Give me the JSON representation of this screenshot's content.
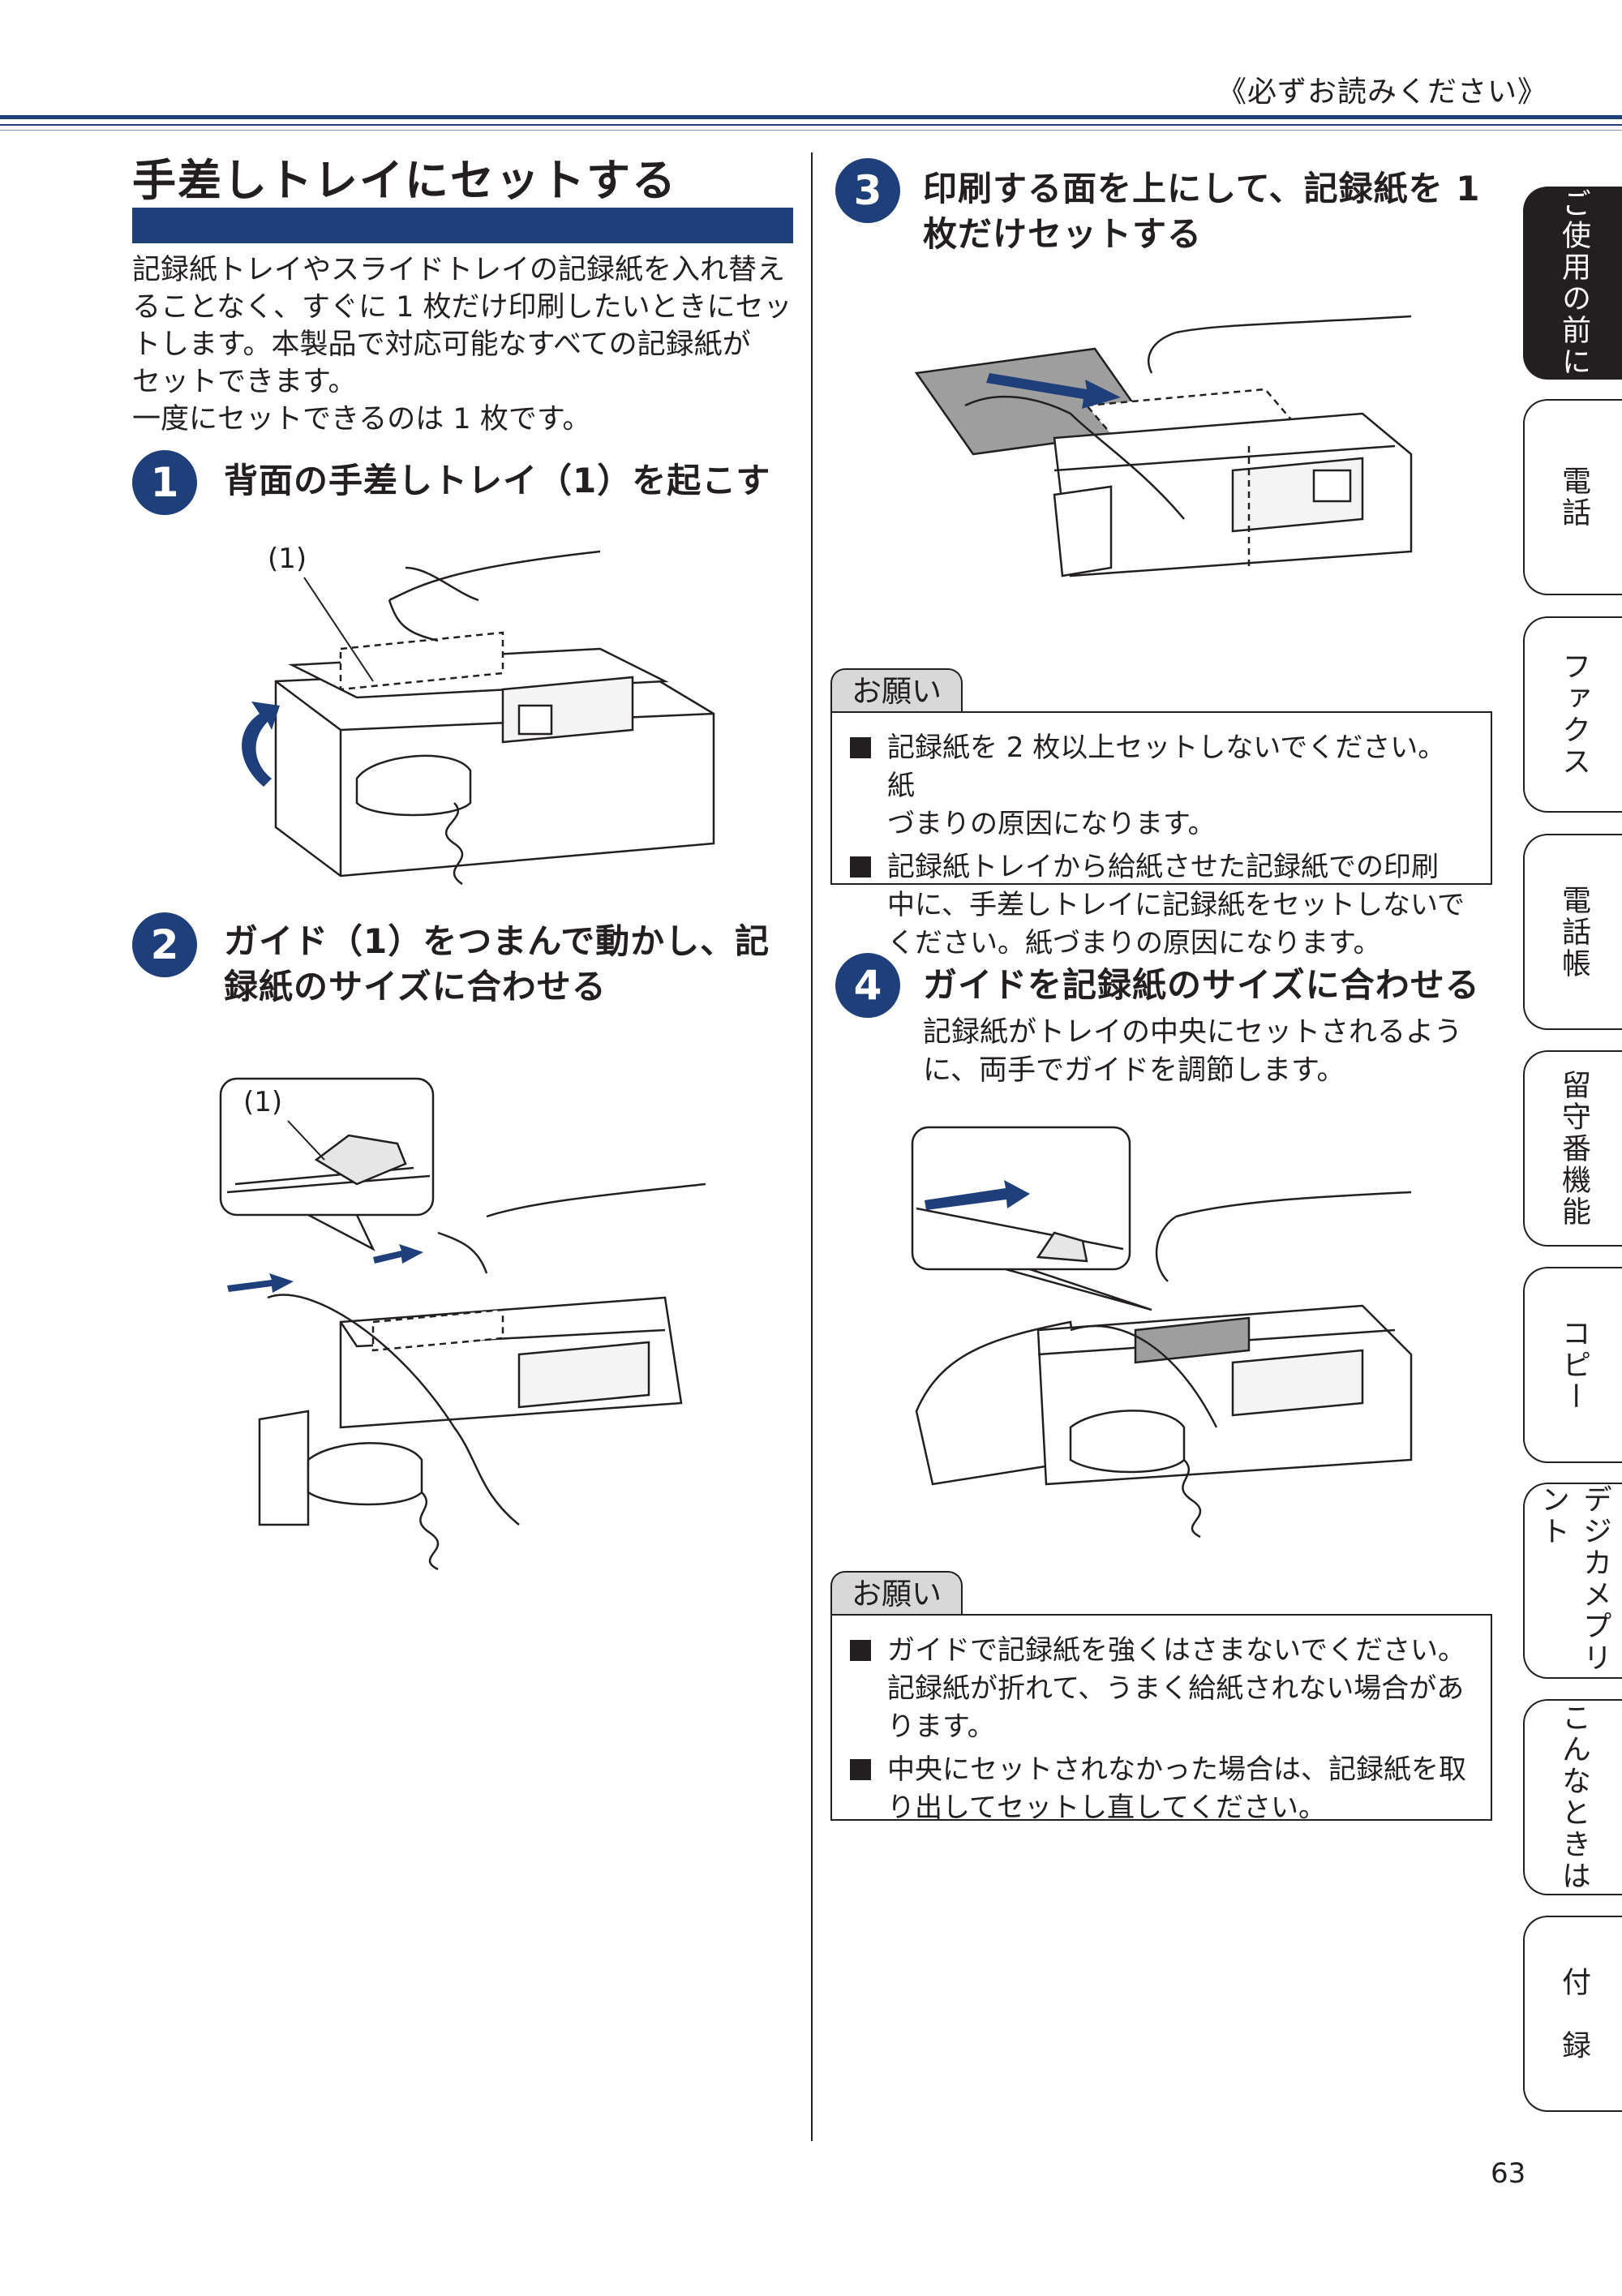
{
  "header": {
    "note": "《必ずお読みください》"
  },
  "section": {
    "title": "手差しトレイにセットする",
    "intro": [
      "記録紙トレイやスライドトレイの記録紙を入れ替え",
      "ることなく、すぐに 1 枚だけ印刷したいときにセッ",
      "トします。本製品で対応可能なすべての記録紙が",
      "セットできます。",
      "一度にセットできるのは 1 枚です。"
    ]
  },
  "steps": [
    {
      "num": "1",
      "title_lines": [
        "背面の手差しトレイ（1）を起こす"
      ],
      "callout": "(1)"
    },
    {
      "num": "2",
      "title_lines": [
        "ガイド（1）をつまんで動かし、記",
        "録紙のサイズに合わせる"
      ],
      "callout": "(1)"
    },
    {
      "num": "3",
      "title_lines": [
        "印刷する面を上にして、記録紙を 1",
        "枚だけセットする"
      ]
    },
    {
      "num": "4",
      "title_lines": [
        "ガイドを記録紙のサイズに合わせる"
      ],
      "desc_lines": [
        "記録紙がトレイの中央にセットされるよう",
        "に、両手でガイドを調節します。"
      ]
    }
  ],
  "notices": [
    {
      "label": "お願い",
      "items": [
        [
          "記録紙を 2 枚以上セットしないでください。紙",
          "づまりの原因になります。"
        ],
        [
          "記録紙トレイから給紙させた記録紙での印刷",
          "中に、手差しトレイに記録紙をセットしないで",
          "ください。紙づまりの原因になります。"
        ]
      ]
    },
    {
      "label": "お願い",
      "items": [
        [
          "ガイドで記録紙を強くはさまないでください。",
          "記録紙が折れて、うまく給紙されない場合があ",
          "ります。"
        ],
        [
          "中央にセットされなかった場合は、記録紙を取",
          "り出してセットし直してください。"
        ]
      ]
    }
  ],
  "side_tabs": [
    {
      "label": "ご使用の前に",
      "active": true
    },
    {
      "label": "電話",
      "active": false
    },
    {
      "label": "ファクス",
      "active": false
    },
    {
      "label": "電話帳",
      "active": false
    },
    {
      "label": "留守番機能",
      "active": false
    },
    {
      "label": "コピー",
      "active": false
    },
    {
      "label": "デジカメプリント",
      "active": false
    },
    {
      "label": "こんなときは",
      "active": false
    },
    {
      "label": "付　録",
      "active": false
    }
  ],
  "page_number": "63",
  "colors": {
    "accent": "#1f3f7a",
    "text": "#231f20",
    "notice_tab": "#d8d8d8"
  }
}
